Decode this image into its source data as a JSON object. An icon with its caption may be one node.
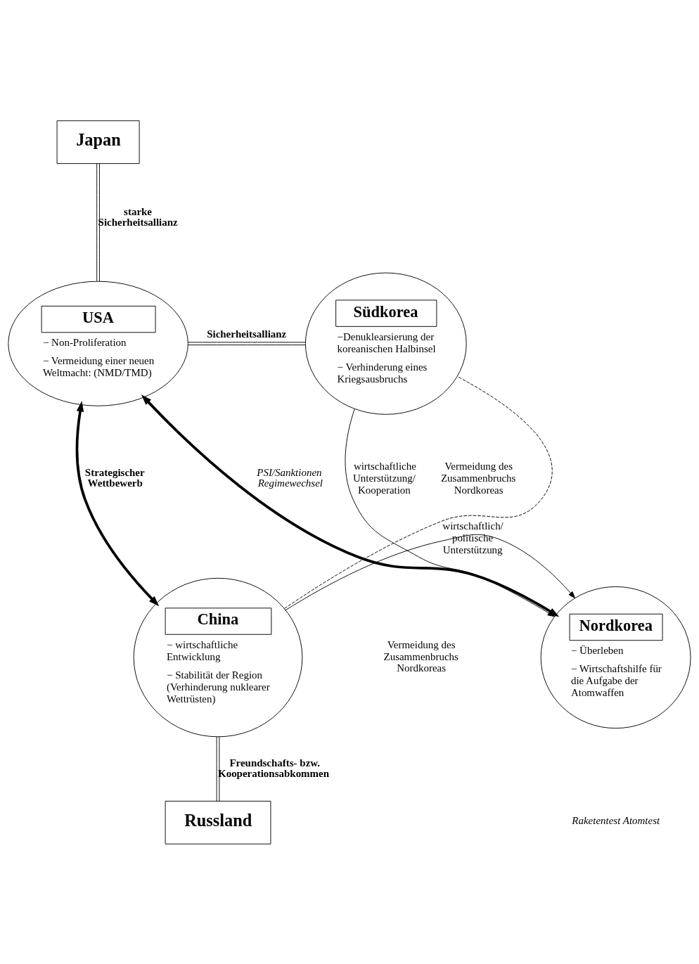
{
  "diagram": {
    "nodes": [
      {
        "text": [
          "Japan"
        ]
      },
      {
        "text": [
          "USA",
          "− Non-Proliferation",
          "− Vermeidung einer neuen Weltmacht: (NMD/TMD)"
        ]
      },
      {
        "text": [
          "Südkorea",
          "−Denuklearsierung der koreanischen Halbinsel",
          "− Verhinderung eines Kriegsausbruchs"
        ]
      },
      {
        "text": [
          "China",
          "− wirtschaftliche Entwicklung",
          "− Stabilität der Region (Verhinderung nuklearer Wettrüsten)"
        ]
      },
      {
        "text": [
          "Nordkorea",
          "− Überleben",
          "− Wirtschaftshilfe für die Aufgabe der Atomwaffen"
        ]
      },
      {
        "text": [
          "Russland"
        ]
      }
    ],
    "edges": [
      {
        "from": 0,
        "to": 1,
        "arrow": "none",
        "label": "starke Sicherheitsallianz"
      },
      {
        "from": 1,
        "to": 2,
        "arrow": "none",
        "label": "Sicherheitsallianz"
      },
      {
        "from": 1,
        "to": 3,
        "arrow": "both",
        "style": "thick",
        "label": "Strategischer Wettbewerb"
      },
      {
        "from": 1,
        "to": 4,
        "arrow": "both",
        "style": "thick",
        "label": "PSI/Sanktionen Regimewechsel"
      },
      {
        "from": 3,
        "to": 2,
        "arrow": "none",
        "style": "dashed"
      },
      {
        "from": 2,
        "to": 4,
        "arrow": "to",
        "label": "wirtschaftliche Unterstützung/ Kooperation"
      },
      {
        "from": 3,
        "to": 4,
        "arrow": "to",
        "label": "wirtschaftlich/ politische Unterstützung"
      },
      {
        "from": 3,
        "to": 5,
        "arrow": "none",
        "label": "Freundschafts- bzw. Kooperationsabkommen"
      }
    ],
    "labels": [
      "Vermeidung des Zusammenbruchs Nordkoreas",
      "Raketentest Atomtest",
      "Vermeidung des Zusammenbruchs Nordkoreas"
    ]
  }
}
